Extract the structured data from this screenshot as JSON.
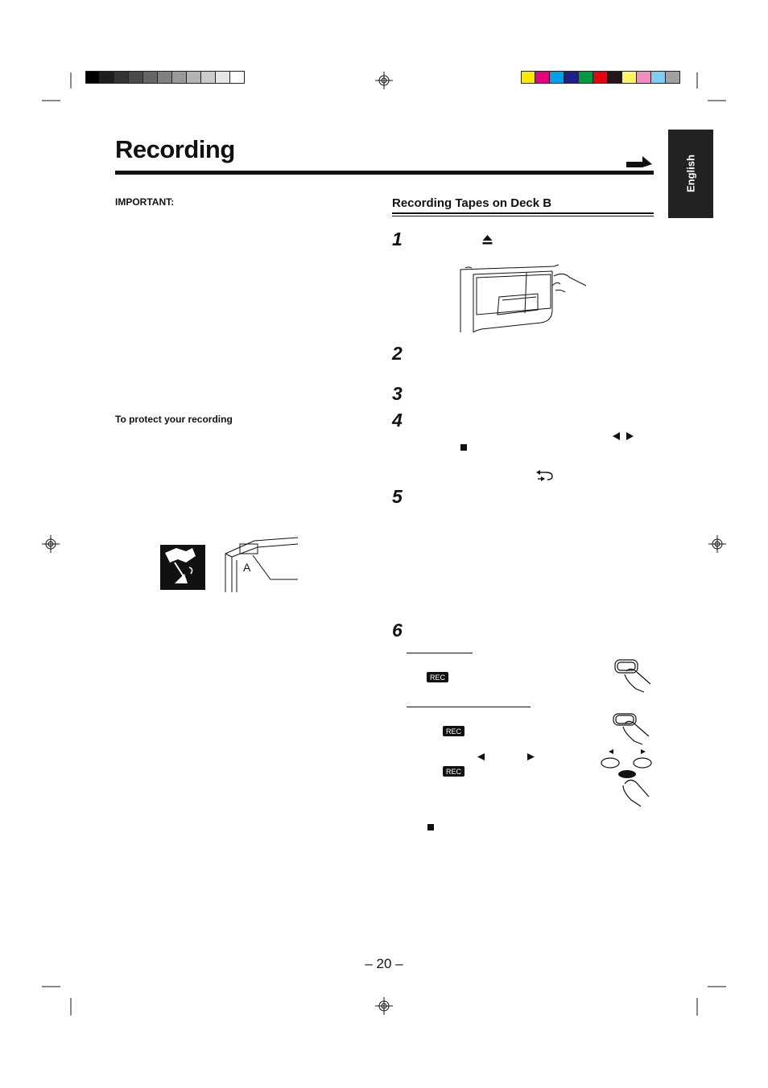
{
  "page": {
    "title": "Recording",
    "language_tab": "English",
    "page_number": "– 20 –"
  },
  "left_column": {
    "important_label": "IMPORTANT:",
    "protect_heading": "To protect your recording",
    "tape_label": "A"
  },
  "right_column": {
    "section_heading": "Recording Tapes on Deck B",
    "steps": [
      "1",
      "2",
      "3",
      "4",
      "5",
      "6"
    ],
    "rec_label": "REC"
  },
  "icons": {
    "eject": "eject-icon",
    "play_reverse_forward": "play-direction-icon",
    "stop": "stop-icon",
    "reverse_mode": "reverse-mode-icon",
    "arrow": "continue-arrow-icon"
  },
  "colors": {
    "grey_bar": [
      "#000000",
      "#1e1e1e",
      "#333333",
      "#4a4a4a",
      "#666666",
      "#808080",
      "#999999",
      "#b3b3b3",
      "#cccccc",
      "#e6e6e6",
      "#ffffff"
    ],
    "color_bar": [
      "#ffe800",
      "#e5007f",
      "#00a0e9",
      "#1d2088",
      "#009944",
      "#e60012",
      "#231815",
      "#fff462",
      "#f08ec0",
      "#7ecef4",
      "#9fa0a0"
    ]
  }
}
